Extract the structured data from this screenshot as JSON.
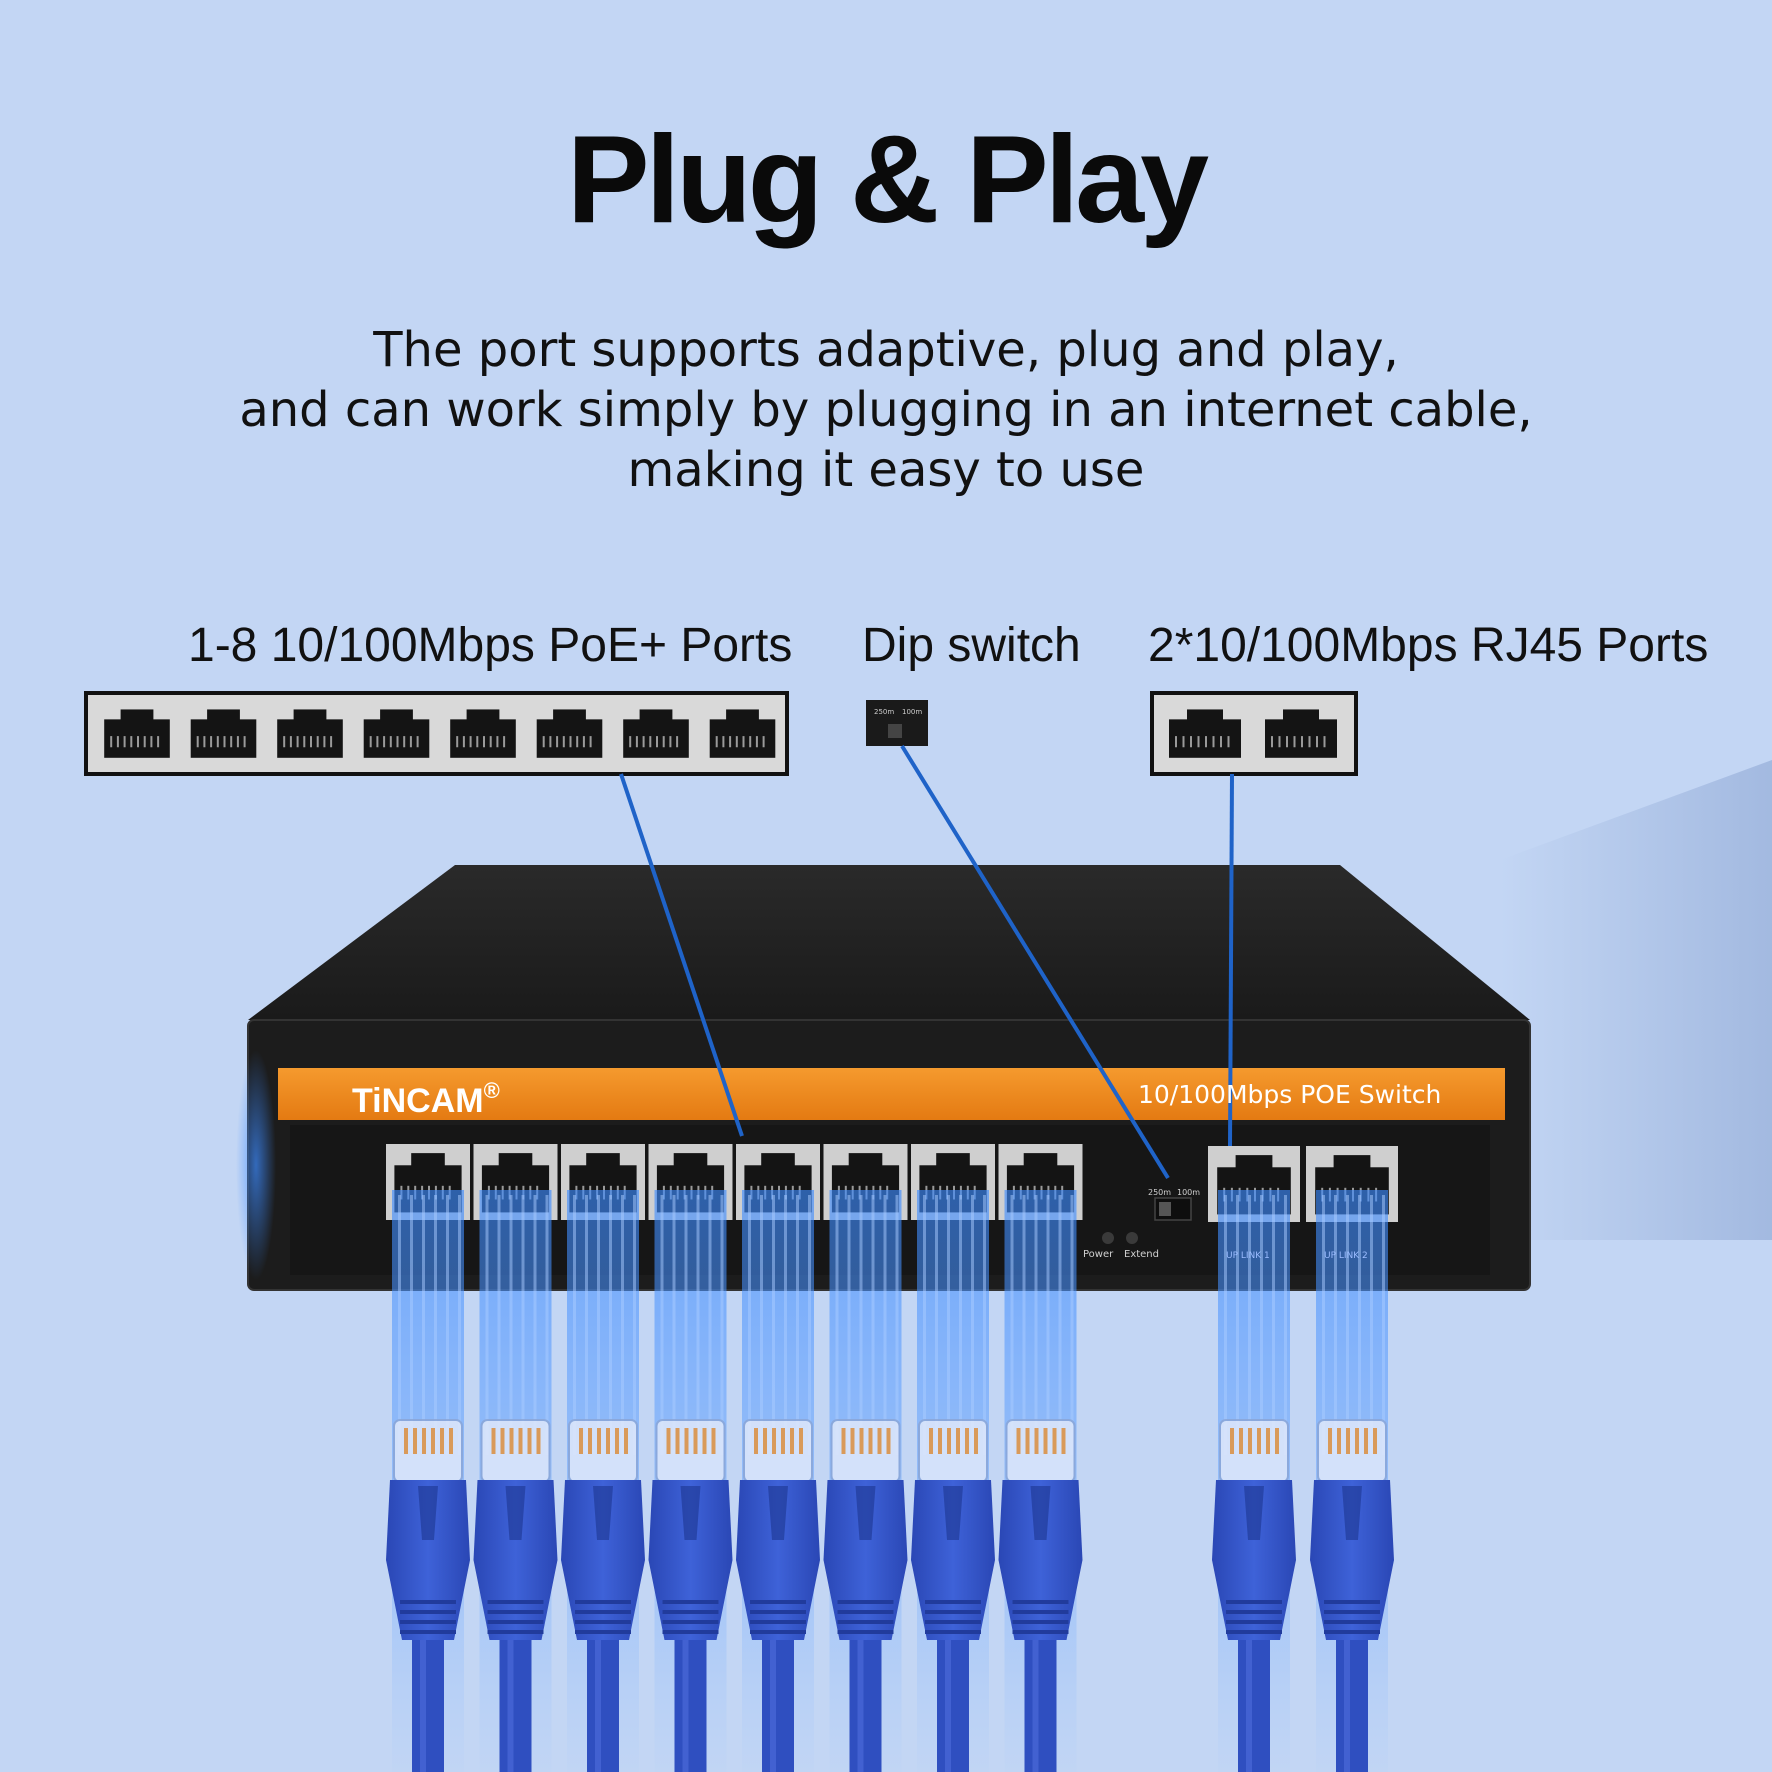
{
  "header": {
    "title": "Plug & Play",
    "subtitle_lines": [
      "The port supports adaptive, plug and play,",
      "and can work simply by plugging in an internet cable,",
      "making it easy to use"
    ]
  },
  "callouts": {
    "poe_ports_label": "1-8 10/100Mbps PoE+ Ports",
    "dip_switch_label": "Dip switch",
    "rj45_ports_label": "2*10/100Mbps RJ45 Ports",
    "dip_switch_mini": [
      "250m",
      "100m"
    ]
  },
  "device": {
    "brand": "TiNCAM",
    "registered_mark": "®",
    "model_label": "10/100Mbps POE Switch",
    "led_labels": [
      "Power",
      "Extend"
    ],
    "dip_labels": [
      "250m",
      "100m"
    ],
    "uplink_labels": [
      "UP LINK 1",
      "UP LINK 2"
    ],
    "poe_port_count": 8,
    "uplink_port_count": 2
  },
  "colors": {
    "background": "#c3d6f4",
    "switch_body": "#1f1f1f",
    "orange_band": "#f08a1c",
    "cable_blue": "#2f4fc0",
    "glow_blue": "#3d8bff",
    "leader_line": "#1f63c8"
  },
  "icons": {
    "rj45_port": "rj45-port-icon",
    "cable_plug": "ethernet-plug-icon",
    "dip_switch": "dip-switch-icon",
    "led": "led-indicator-icon"
  }
}
